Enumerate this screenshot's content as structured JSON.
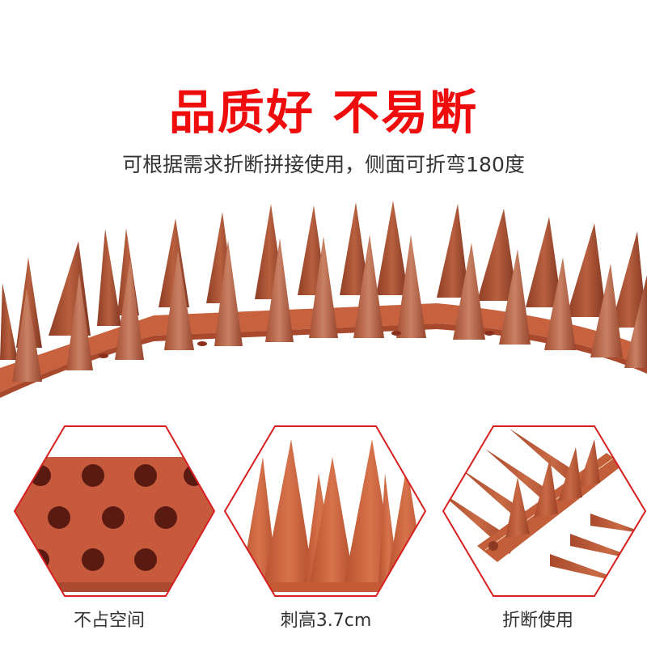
{
  "headline": "品质好 不易断",
  "subheadline": "可根据需求折断拼接使用，侧面可折弯180度",
  "hero_image": {
    "description": "curved strip of brown plastic bird-deterrent spikes",
    "spike_color": "#b4583a",
    "base_color": "#c8623e"
  },
  "features": [
    {
      "caption": "不占空间",
      "image": "perforated-base-closeup",
      "frame_color": "#d62020"
    },
    {
      "caption": "刺高3.7cm",
      "image": "spike-height-closeup",
      "frame_color": "#d62020"
    },
    {
      "caption": "折断使用",
      "image": "snapped-strip-closeup",
      "frame_color": "#d62020"
    }
  ],
  "colors": {
    "headline": "#ee0c0c",
    "text": "#333333",
    "background": "#ffffff"
  }
}
